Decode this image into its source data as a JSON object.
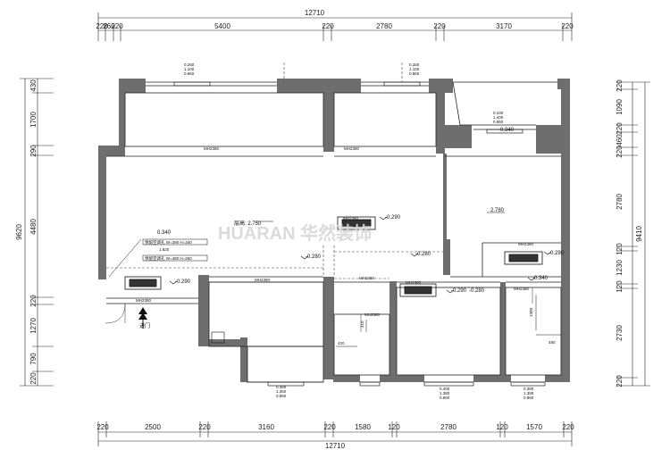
{
  "dimensions": {
    "top_total": "12710",
    "top_segments": [
      "220",
      "260",
      "220",
      "5400",
      "220",
      "2780",
      "220",
      "3170",
      "220"
    ],
    "bottom_total": "12710",
    "bottom_segments": [
      "220",
      "2500",
      "220",
      "3160",
      "220",
      "1580",
      "120",
      "2780",
      "120",
      "1570",
      "220"
    ],
    "left_total": "9620",
    "left_segments": [
      "430",
      "1700",
      "290",
      "4480",
      "220",
      "1270",
      "790",
      "220"
    ],
    "right_total": "9410",
    "right_segments": [
      "220",
      "1090",
      "220",
      "460",
      "220",
      "2780",
      "120",
      "1230",
      "120",
      "2730",
      "220"
    ]
  },
  "rooms": {
    "living_height": "层高: 2.750",
    "bedroom_height": "2.780",
    "entrance": "进门"
  },
  "levels": [
    "-0.290",
    "-0.280",
    "-0.280",
    "-0.290",
    "-0.290",
    "-0.280",
    "-0.340",
    "-0.290",
    "-0.340",
    "0.340"
  ],
  "door_tags": [
    "MH2380",
    "MH2380",
    "MH2380",
    "MH2380",
    "MH2380",
    "MH2380",
    "MH2380",
    "MH2380",
    "MH2380"
  ],
  "window_notes": [
    [
      "0.260",
      "1.100",
      "0.860"
    ],
    [
      "0.260",
      "1.100",
      "0.860"
    ],
    [
      "0.430",
      "1.400",
      "0.860"
    ],
    [
      "0.380",
      "1.350",
      "0.860"
    ],
    [
      "0.400",
      "1.380",
      "0.860"
    ],
    [
      "0.380",
      "1.390",
      "0.860"
    ]
  ],
  "ac_notes": [
    "预留空调孔 W=390 H=340",
    "1.820",
    "预留空调孔 W=480 H=260"
  ],
  "small_dims": [
    "420",
    "410",
    "1300",
    "480"
  ],
  "watermark": "HUARAN 华然装饰",
  "colors": {
    "wall": "#6e6e6e",
    "line": "#222222",
    "watermark": "#d8d8d8"
  }
}
